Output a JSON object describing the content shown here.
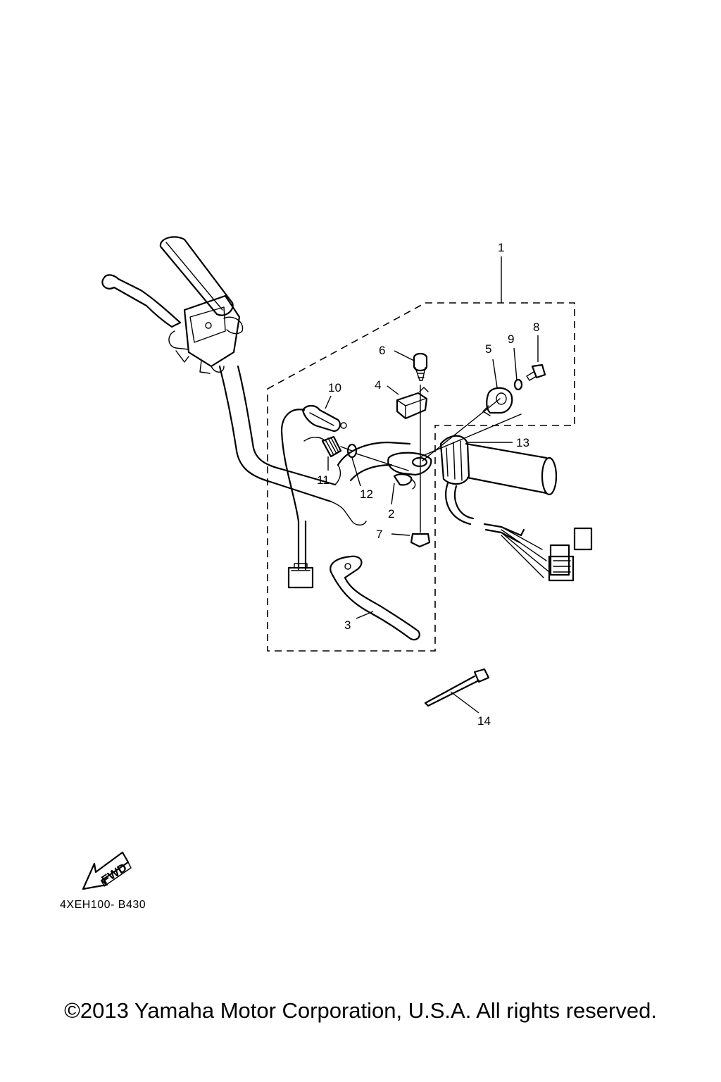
{
  "diagram": {
    "callouts": {
      "c1": "1",
      "c2": "2",
      "c3": "3",
      "c4": "4",
      "c5": "5",
      "c6": "6",
      "c7": "7",
      "c8": "8",
      "c9": "9",
      "c10": "10",
      "c11": "11",
      "c12": "12",
      "c13": "13",
      "c14": "14"
    },
    "fwd_label": "FWD",
    "part_code": "4XEH100- B430"
  },
  "footer": {
    "copyright": "©2013 Yamaha Motor Corporation, U.S.A. All rights reserved."
  }
}
